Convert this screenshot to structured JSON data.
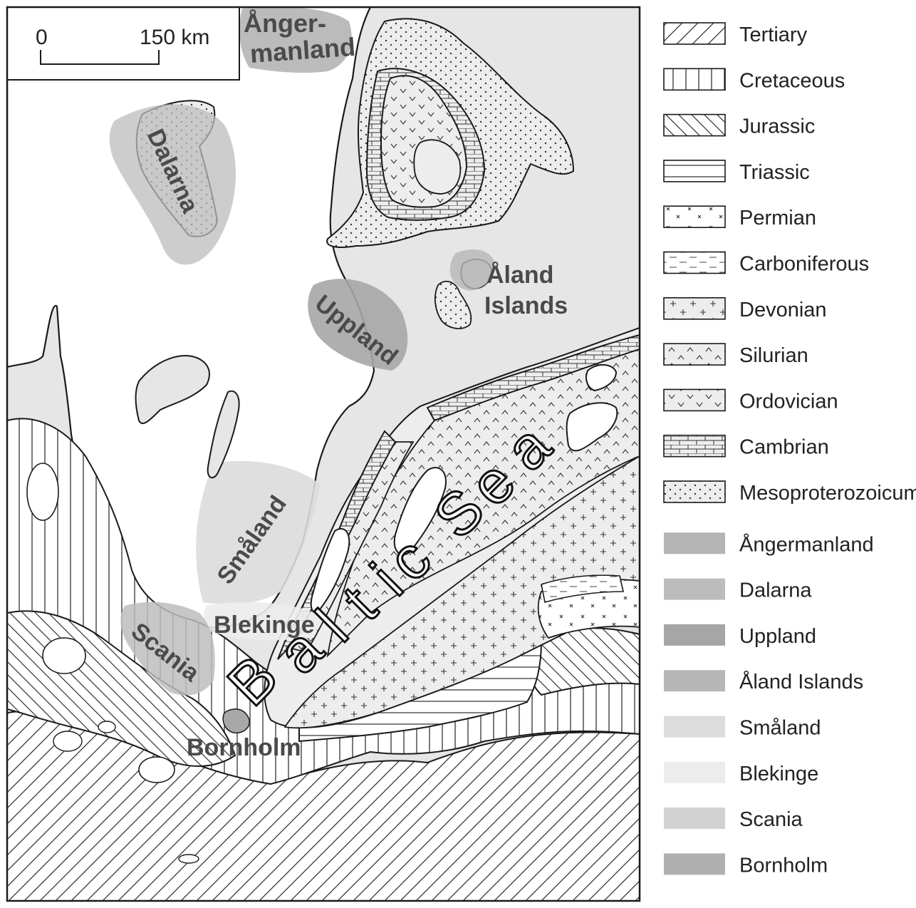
{
  "scale_bar": {
    "start": "0",
    "end": "150 km"
  },
  "regions": [
    {
      "key": "angermanland",
      "label_line1": "Ånger-",
      "label_line2": "manland"
    },
    {
      "key": "dalarna",
      "label": "Dalarna"
    },
    {
      "key": "uppland",
      "label": "Uppland"
    },
    {
      "key": "aland",
      "label_line1": "Åland",
      "label_line2": "Islands"
    },
    {
      "key": "smaland",
      "label": "Småland"
    },
    {
      "key": "blekinge",
      "label": "Blekinge"
    },
    {
      "key": "scania",
      "label": "Scania"
    },
    {
      "key": "bornholm",
      "label": "Bornholm"
    }
  ],
  "sea_label": [
    "B",
    "a",
    "l",
    "t",
    "i",
    "c",
    "S",
    "e",
    "a"
  ],
  "legend": {
    "geology": [
      {
        "label": "Tertiary",
        "pattern": "diag-right"
      },
      {
        "label": "Cretaceous",
        "pattern": "vertical"
      },
      {
        "label": "Jurassic",
        "pattern": "diag-left"
      },
      {
        "label": "Triassic",
        "pattern": "horizontal"
      },
      {
        "label": "Permian",
        "pattern": "crosses"
      },
      {
        "label": "Carboniferous",
        "pattern": "dashes"
      },
      {
        "label": "Devonian",
        "pattern": "plus"
      },
      {
        "label": "Silurian",
        "pattern": "carets"
      },
      {
        "label": "Ordovician",
        "pattern": "vees"
      },
      {
        "label": "Cambrian",
        "pattern": "bricks"
      },
      {
        "label": "Mesoproterozoicum",
        "pattern": "dots"
      }
    ],
    "regions": [
      {
        "label": "Ångermanland",
        "color": "#b4b4b4"
      },
      {
        "label": "Dalarna",
        "color": "#bcbcbc"
      },
      {
        "label": "Uppland",
        "color": "#a6a6a6"
      },
      {
        "label": "Åland Islands",
        "color": "#b7b7b7"
      },
      {
        "label": "Småland",
        "color": "#dcdcdc"
      },
      {
        "label": "Blekinge",
        "color": "#ececec"
      },
      {
        "label": "Scania",
        "color": "#d2d2d2"
      },
      {
        "label": "Bornholm",
        "color": "#b0b0b0"
      }
    ]
  },
  "colors": {
    "background_grey": "#e6e6e6",
    "land_white": "#ffffff",
    "outline": "#1a1a1a",
    "label_grey": "#4a4a4a"
  }
}
